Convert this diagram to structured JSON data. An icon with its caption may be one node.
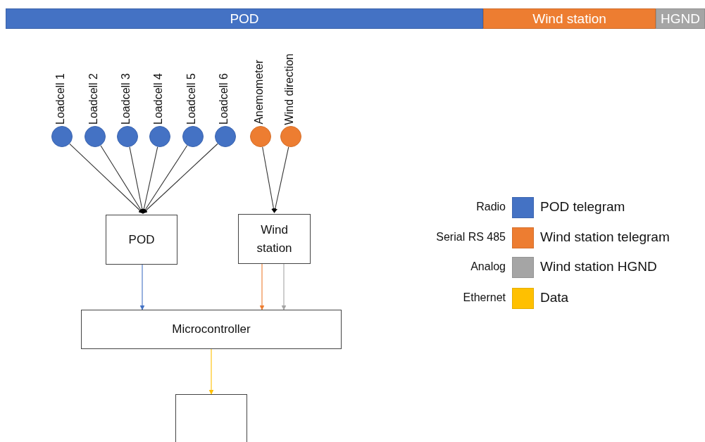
{
  "diagram": {
    "nodes": [
      {
        "text": [
          "POD"
        ]
      },
      {
        "text": [
          "Wind station"
        ]
      },
      {
        "text": [
          "HGND"
        ]
      },
      {
        "text": [
          "Loadcell 1"
        ]
      },
      {
        "text": [
          "Loadcell 2"
        ]
      },
      {
        "text": [
          "Loadcell 3"
        ]
      },
      {
        "text": [
          "Loadcell 4"
        ]
      },
      {
        "text": [
          "Loadcell 5"
        ]
      },
      {
        "text": [
          "Loadcell 6"
        ]
      },
      {
        "text": [
          "Anemometer"
        ]
      },
      {
        "text": [
          "Wind direction"
        ]
      },
      {
        "text": [
          "POD"
        ]
      },
      {
        "text": [
          "Wind station"
        ]
      },
      {
        "text": [
          "Microcontroller"
        ]
      },
      {
        "text": [],
        "shape": "box"
      }
    ],
    "edges": [
      {
        "from": 3,
        "to": 11,
        "arrow": "to"
      },
      {
        "from": 4,
        "to": 11,
        "arrow": "to"
      },
      {
        "from": 5,
        "to": 11,
        "arrow": "to"
      },
      {
        "from": 6,
        "to": 11,
        "arrow": "to"
      },
      {
        "from": 7,
        "to": 11,
        "arrow": "to"
      },
      {
        "from": 8,
        "to": 11,
        "arrow": "to"
      },
      {
        "from": 9,
        "to": 12,
        "arrow": "to"
      },
      {
        "from": 10,
        "to": 12,
        "arrow": "to"
      },
      {
        "from": 11,
        "to": 13,
        "arrow": "to",
        "color": "#4472c4"
      },
      {
        "from": 12,
        "to": 13,
        "arrow": "to",
        "color": "#ed7d31"
      },
      {
        "from": 12,
        "to": 13,
        "arrow": "to",
        "color": "#a5a5a5"
      },
      {
        "from": 13,
        "to": 14,
        "arrow": "to",
        "color": "#ffc000"
      }
    ],
    "labels": [
      "Radio",
      "Serial RS 485",
      "Analog",
      "Ethernet"
    ],
    "legend": [
      {
        "text": "POD telegram",
        "color": "#4472c4"
      },
      {
        "text": "Wind station telegram",
        "color": "#ed7d31"
      },
      {
        "text": "Wind station HGND",
        "color": "#a5a5a5"
      },
      {
        "text": "Data",
        "color": "#ffc000"
      }
    ]
  }
}
